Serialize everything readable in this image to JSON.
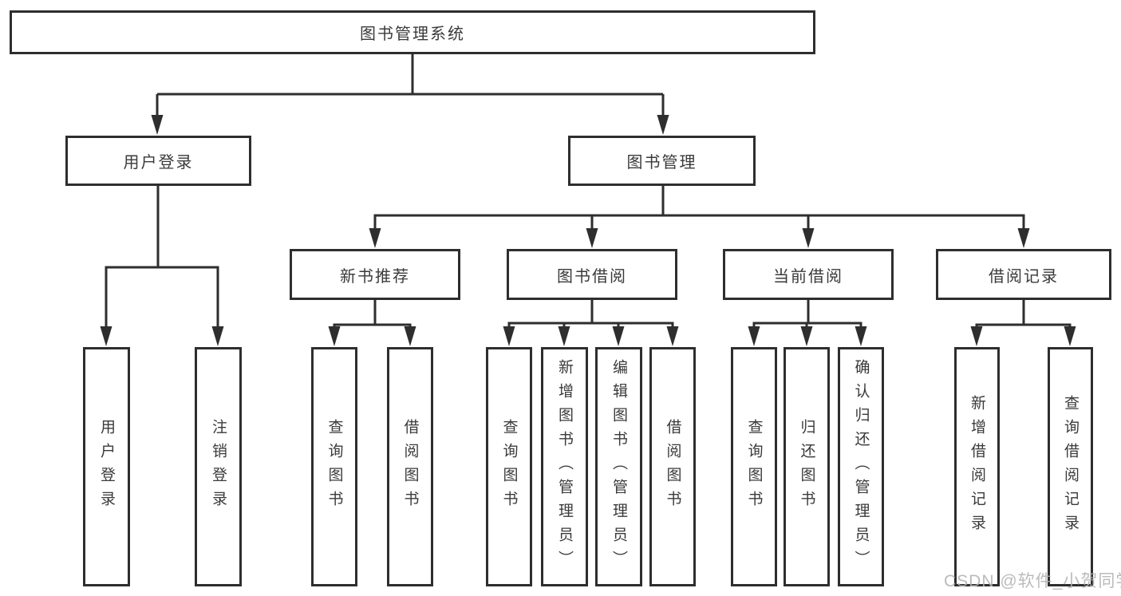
{
  "diagram": {
    "type": "hierarchy",
    "title": "图书管理系统",
    "watermark": "CSDN @软件_小贺同学",
    "colors": {
      "background": "#ffffff",
      "line": "#2e2e2e",
      "box_border": "#2e2e2e",
      "box_fill": "#ffffff",
      "text": "#3a3a3a",
      "watermark": "#b2b2b2"
    },
    "hierarchy": {
      "label": "图书管理系统",
      "children": [
        {
          "label": "用户登录",
          "children": [
            {
              "label": "用户登录"
            },
            {
              "label": "注销登录"
            }
          ]
        },
        {
          "label": "图书管理",
          "children": [
            {
              "label": "新书推荐",
              "children": [
                {
                  "label": "查询图书"
                },
                {
                  "label": "借阅图书"
                }
              ]
            },
            {
              "label": "图书借阅",
              "children": [
                {
                  "label": "查询图书"
                },
                {
                  "label": "新增图书（管理员）"
                },
                {
                  "label": "编辑图书（管理员）"
                },
                {
                  "label": "借阅图书"
                }
              ]
            },
            {
              "label": "当前借阅",
              "children": [
                {
                  "label": "查询图书"
                },
                {
                  "label": "归还图书"
                },
                {
                  "label": "确认归还（管理员）"
                }
              ]
            },
            {
              "label": "借阅记录",
              "children": [
                {
                  "label": "新增借阅记录"
                },
                {
                  "label": "查询借阅记录"
                }
              ]
            }
          ]
        }
      ]
    }
  },
  "nodes": {
    "root": "图书管理系统",
    "user_login": "用户登录",
    "book_mgmt": "图书管理",
    "new_book_rec": "新书推荐",
    "book_borrow": "图书借阅",
    "current_borrow": "当前借阅",
    "borrow_record": "借阅记录",
    "leaf_user_login": "用户登录",
    "leaf_logout": "注销登录",
    "nbr_query": "查询图书",
    "nbr_borrow": "借阅图书",
    "bb_query": "查询图书",
    "bb_add": "新增图书（管理员）",
    "bb_edit": "编辑图书（管理员）",
    "bb_borrow": "借阅图书",
    "cb_query": "查询图书",
    "cb_return": "归还图书",
    "cb_confirm": "确认归还（管理员）",
    "br_add": "新增借阅记录",
    "br_query": "查询借阅记录"
  },
  "watermark": {
    "text": "CSDN @软件_小贺同学"
  }
}
